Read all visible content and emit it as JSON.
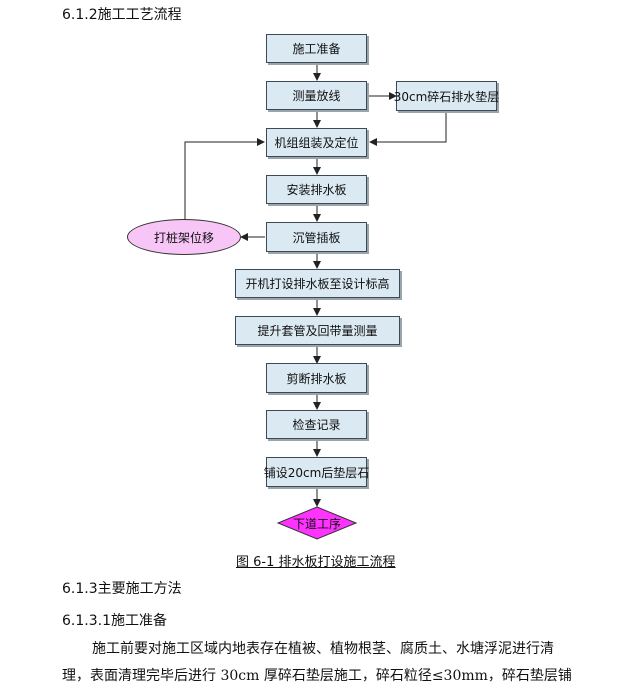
{
  "doc": {
    "heading_612": "6.1.2施工工艺流程",
    "caption": "图 6-1 排水板打设施工流程",
    "heading_613": "6.1.3主要施工方法",
    "heading_6131": "6.1.3.1施工准备",
    "para_line1": "施工前要对施工区域内地表存在植被、植物根茎、腐质土、水塘浮泥进行清",
    "para_line2": "理，表面清理完毕后进行 30cm 厚碎石垫层施工，碎石粒径≤30mm，碎石垫层铺"
  },
  "flow": {
    "steps": [
      "施工准备",
      "测量放线",
      "机组组装及定位",
      "安装排水板",
      "沉管插板",
      "开机打设排水板至设计标高",
      "提升套管及回带量测量",
      "剪断排水板",
      "检查记录",
      "铺设20cm后垫层石"
    ],
    "side_box": "30cm碎石排水垫层",
    "oval": "打桩架位移",
    "end": "下道工序"
  },
  "colors": {
    "box_fill": "#dbe9f2",
    "oval_fill": "#f7c6f7",
    "diamond_fill": "#ff33ff"
  }
}
